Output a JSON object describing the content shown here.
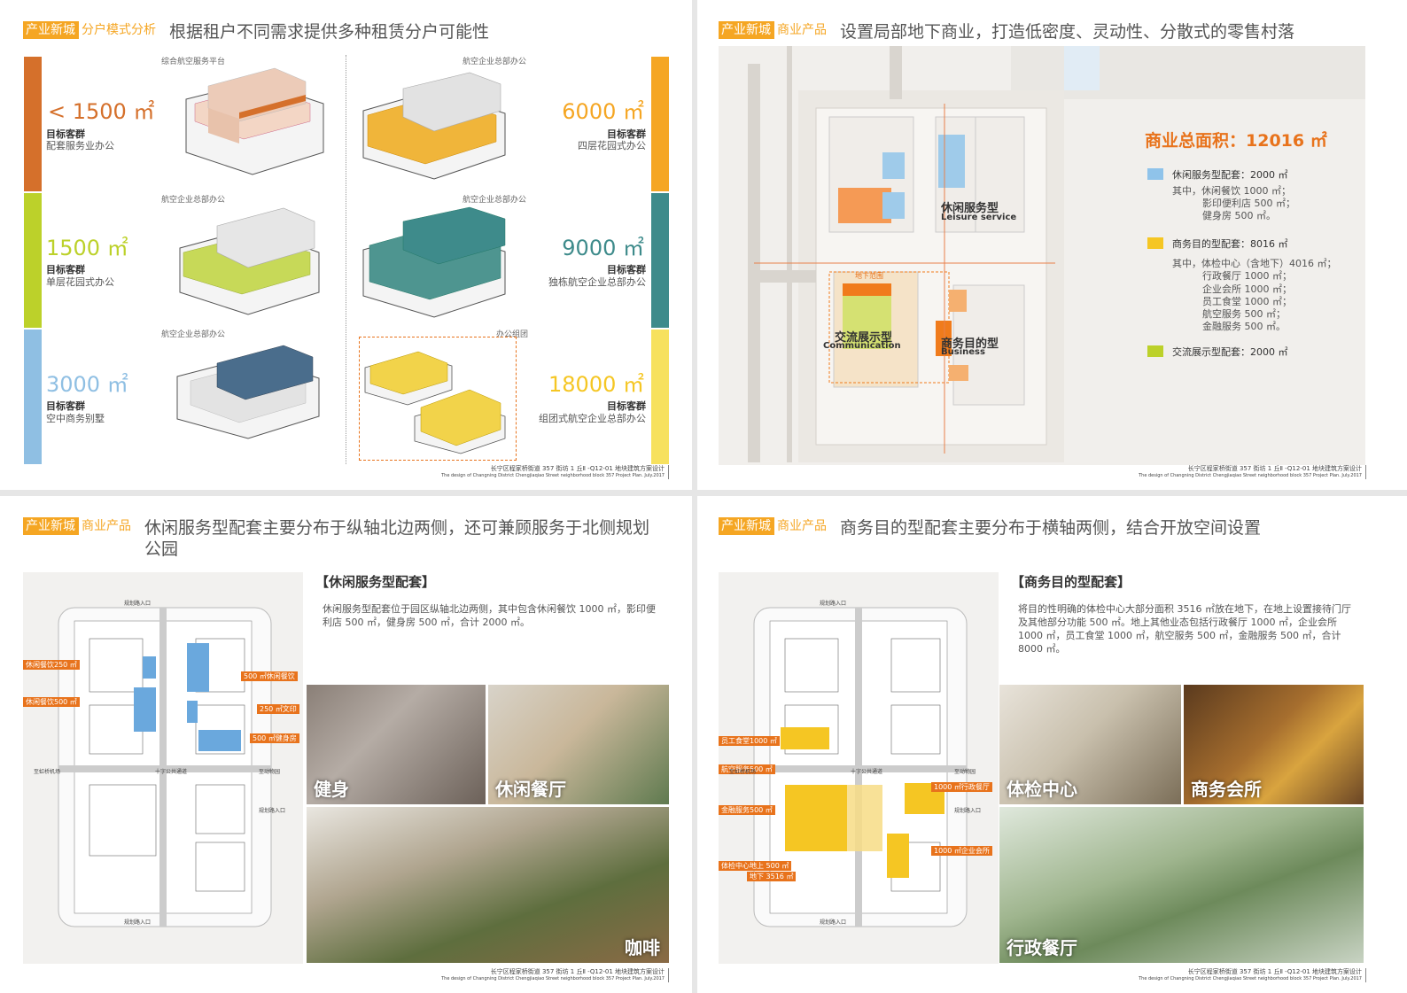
{
  "p1": {
    "tag": "产业新城",
    "tag2": "分户模式分析",
    "title": "根据租户不同需求提供多种租赁分户可能性",
    "target_label": "目标客群",
    "left": [
      {
        "area": "< 1500 ㎡",
        "sub": "配套服务业办公",
        "caption": "综合航空服务平台",
        "color": "#d5702b"
      },
      {
        "area": "1500 ㎡",
        "sub": "单层花园式办公",
        "caption": "航空企业总部办公",
        "color": "#bcd12a"
      },
      {
        "area": "3000 ㎡",
        "sub": "空中商务别墅",
        "caption": "航空企业总部办公",
        "color": "#8fbfe3"
      }
    ],
    "right": [
      {
        "area": "6000 ㎡",
        "sub": "四层花园式办公",
        "caption": "航空企业总部办公",
        "color": "#f5a623"
      },
      {
        "area": "9000 ㎡",
        "sub": "独栋航空企业总部办公",
        "caption": "航空企业总部办公",
        "color": "#3e8b8b"
      },
      {
        "area": "18000 ㎡",
        "sub": "组团式航空企业总部办公",
        "caption": "办公组团",
        "color": "#f7e15e"
      }
    ]
  },
  "p2": {
    "tag": "产业新城",
    "tag2": "商业产品",
    "title": "设置局部地下商业，打造低密度、灵动性、分散式的零售村落",
    "total": "商业总面积：12016 ㎡",
    "leg1": "休闲服务型配套：2000 ㎡",
    "leg1_sub": [
      "其中，休闲餐饮 1000 ㎡；",
      "影印便利店 500 ㎡；",
      "健身房 500 ㎡。"
    ],
    "leg2": "商务目的型配套：8016 ㎡",
    "leg2_sub": [
      "其中，体检中心（含地下）4016 ㎡；",
      "行政餐厅 1000 ㎡；",
      "企业会所 1000 ㎡；",
      "员工食堂 1000 ㎡；",
      "航空服务 500 ㎡；",
      "金融服务 500 ㎡。"
    ],
    "leg3": "交流展示型配套：2000 ㎡",
    "map_leisure": "休闲服务型",
    "map_leisure_en": "Leisure service",
    "map_comm": "交流展示型",
    "map_comm_en": "Communication",
    "map_biz": "商务目的型",
    "map_biz_en": "Business",
    "map_under": "地下范围",
    "colors": {
      "blue": "#8fc3ea",
      "yellow": "#f5c623",
      "green": "#bcd12a",
      "orange": "#f07b1c"
    }
  },
  "p3": {
    "tag": "产业新城",
    "tag2": "商业产品",
    "title": "休闲服务型配套主要分布于纵轴北边两侧，还可兼顾服务于北侧规划公园",
    "section": "【休闲服务型配套】",
    "para": "休闲服务型配套位于园区纵轴北边两侧，其中包含休闲餐饮 1000 ㎡，影印便利店 500 ㎡，健身房 500 ㎡，合计 2000 ㎡。",
    "photos": [
      "健身",
      "休闲餐厅",
      "咖啡"
    ],
    "callouts": [
      "休闲餐饮250 ㎡",
      "休闲餐饮500 ㎡",
      "500 ㎡休闲餐饮",
      "250 ㎡文印",
      "500 ㎡健身房"
    ],
    "plan_labels": [
      "规划路入口",
      "十字公共通道",
      "至虹桥机场",
      "至动物园",
      "规划路入口",
      "规划路入口"
    ]
  },
  "p4": {
    "tag": "产业新城",
    "tag2": "商业产品",
    "title": "商务目的型配套主要分布于横轴两侧，结合开放空间设置",
    "section": "【商务目的型配套】",
    "para": "将目的性明确的体检中心大部分面积 3516 ㎡放在地下，在地上设置接待门厅及其他部分功能 500 ㎡。地上其他业态包括行政餐厅 1000 ㎡，企业会所 1000 ㎡，员工食堂 1000 ㎡，航空服务 500 ㎡，金融服务 500 ㎡，合计 8000 ㎡。",
    "photos": [
      "体检中心",
      "商务会所",
      "行政餐厅"
    ],
    "callouts": [
      "员工食堂1000 ㎡",
      "航空服务500 ㎡",
      "金融服务500 ㎡",
      "1000 ㎡行政餐厅",
      "1000 ㎡企业会所",
      "体检中心地上 500 ㎡",
      "地下 3516 ㎡"
    ],
    "plan_labels": [
      "规划路入口",
      "十字公共通道",
      "至虹桥机场",
      "至动物园",
      "规划路入口",
      "规划路入口"
    ]
  },
  "footer": {
    "l1": "长宁区程家桥街道 357 街坊 1 丘Ⅱ -Q12-01 地块建筑方案设计",
    "l2": "The design of Changning District Chengjiaqiao Street neighborhood block 357 Project Plan. July.2017"
  }
}
